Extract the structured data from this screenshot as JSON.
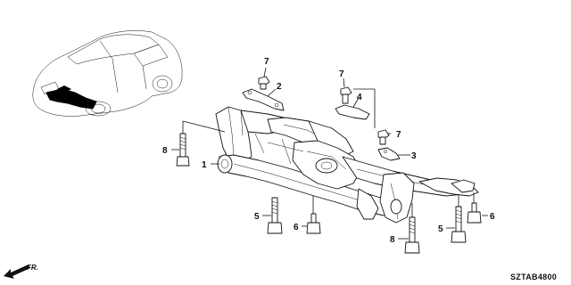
{
  "diagram": {
    "code": "SZTAB4800",
    "direction_label": "FR.",
    "callouts": {
      "c1": "1",
      "c2": "2",
      "c3": "3",
      "c4": "4",
      "c5a": "5",
      "c5b": "5",
      "c6a": "6",
      "c6b": "6",
      "c7a": "7",
      "c7b": "7",
      "c7c": "7",
      "c8a": "8",
      "c8b": "8"
    },
    "colors": {
      "line": "#111111",
      "background": "#ffffff",
      "highlight": "#000000"
    }
  }
}
